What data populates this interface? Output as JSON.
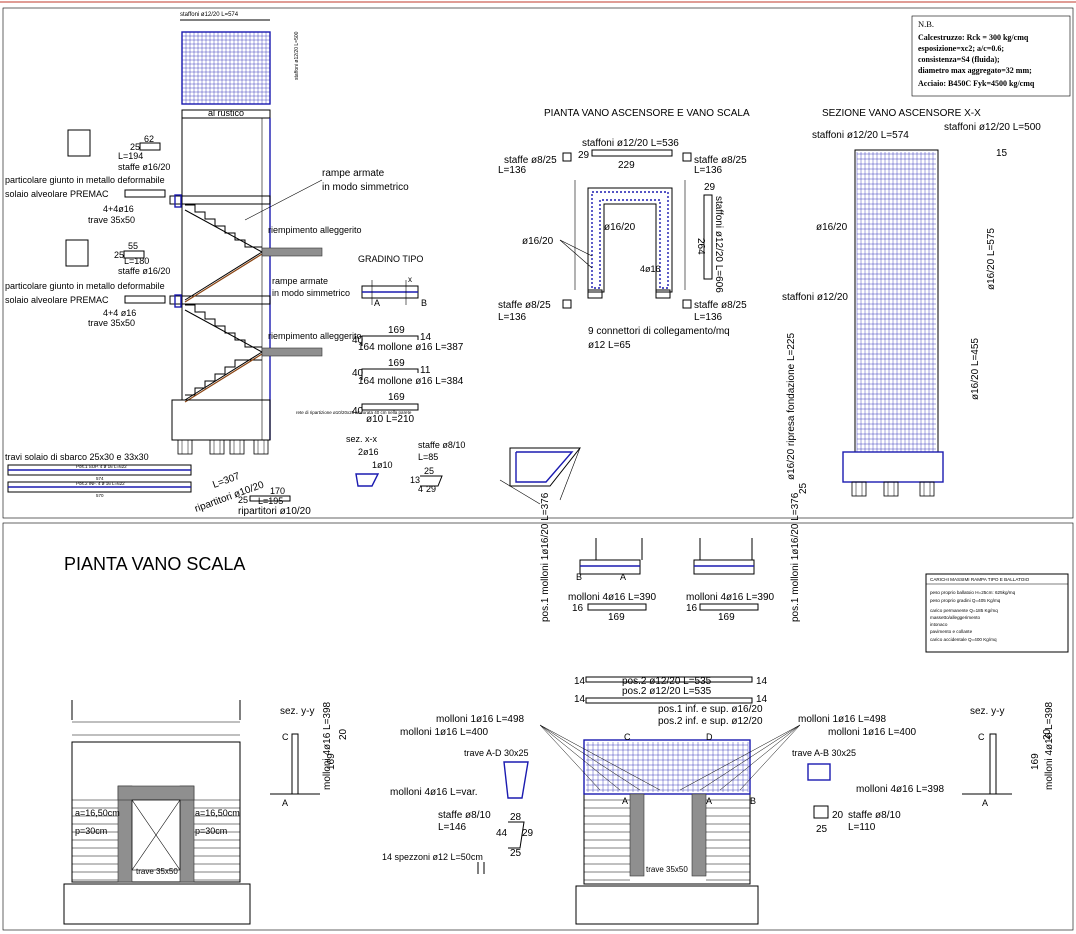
{
  "notes": {
    "title": "N.B.",
    "lines": [
      "Calcestruzzo: Rck = 300 kg/cmq",
      "esposizione=xc2;   a/c=0.6;",
      "consistenza=S4 (fluida);",
      "diametro max aggregato=32 mm;",
      "Acciaio: B450C Fyk=4500 kg/cmq"
    ]
  },
  "section_left": {
    "top_staffoni": "staffoni ø12/20 L=574",
    "al_rustico": "al rustico",
    "ripresa_side": "staffoni ø12/20 L=500",
    "rampe_armate_1a": "rampe armate",
    "rampe_armate_1b": "in modo simmetrico",
    "rampe_armate_2a": "rampe armate",
    "rampe_armate_2b": "in modo simmetrico",
    "riempimento_1": "riempimento alleggerito",
    "riempimento_2": "riempimento alleggerito",
    "giunto_1a": "particolare giunto in metallo deformabile",
    "solaio_1": "solaio alveolare PREMAC",
    "giunto_2a": "particolare giunto in metallo deformabile",
    "solaio_2": "solaio alveolare PREMAC",
    "trave_1": "trave 35x50",
    "trave_2": "trave 35x50",
    "ferri_1": "4+4ø16",
    "ferri_2": "4+4 ø16",
    "staffe_1": "staffe ø16/20",
    "staffe_2": "staffe ø16/20",
    "n62": "62",
    "n25a": "25",
    "l194": "L=194",
    "n55": "55",
    "n25b": "25",
    "l180": "L=180",
    "rete": "rete di ripartizione ø10/20x20 ancorata 40 cm nella parete",
    "travi_sbarco": "travi solaio di sbarco 25x30 e 33x30",
    "l307": "L=307",
    "rip1": "ripartitori ø10/20",
    "n170": "170",
    "n25c": "25",
    "l195": "L=195",
    "rip2": "ripartitori ø10/20",
    "pos1": "Pos.1 SUP. 4 ø 16 L=622",
    "pos2": "Pos.2 INF. 4 ø 16 L=622",
    "d574": "574",
    "d570": "570"
  },
  "gradino": {
    "title": "GRADINO TIPO",
    "a": "A",
    "b": "B",
    "x": "x",
    "r1_top": "169",
    "r1_left": "40",
    "r1_right": "14",
    "r1_label": "164  mollone ø16 L=387",
    "r2_top": "169",
    "r2_left": "40",
    "r2_right": "11",
    "r2_label": "164  mollone ø16 L=384",
    "r3_top": "169",
    "r3_left": "40",
    "r3_label": "ø10 L=210",
    "sez": "sez. x-x",
    "sez_a": "2ø16",
    "sez_b": "1ø10",
    "staffe": "staffe ø8/10",
    "staffe_l": "L=85",
    "d25": "25",
    "d13": "13",
    "d4": "4",
    "d29": "29"
  },
  "pianta_ascensore": {
    "title": "PIANTA VANO ASCENSORE E VANO SCALA",
    "staffoni": "staffoni ø12/20 L=536",
    "d229": "229",
    "d29a": "29",
    "staffe_tl": "staffe ø8/25",
    "staffe_tl_l": "L=136",
    "staffe_tr": "staffe ø8/25",
    "staffe_tr_l": "L=136",
    "staffe_bl": "staffe ø8/25",
    "staffe_bl_l": "L=136",
    "staffe_br": "staffe ø8/25",
    "staffe_br_l": "L=136",
    "ferri_l": "ø16/20",
    "ferri_c": "ø16/20",
    "ferri_r": "4ø16",
    "d29b": "29",
    "d264": "264",
    "staffoni_v": "staffoni ø12/20 L=606",
    "connettori": "9 connettori di collegamento/mq",
    "connettori_l": "ø12 L=65"
  },
  "sezione_ascensore": {
    "title": "SEZIONE VANO ASCENSORE X-X",
    "staffoni_top": "staffoni ø12/20 L=574",
    "staffoni_top_r": "staffoni ø12/20 L=500",
    "d15": "15",
    "ferri_l": "ø16/20",
    "staffoni_l": "staffoni ø12/20",
    "ferri_r": "ø16/20 L=575",
    "ferri_r2": "ø16/20 L=455",
    "ripresa": "ø16/20 ripresa fondazione L=225",
    "d25": "25"
  },
  "pianta_scala": {
    "title": "PIANTA VANO SCALA",
    "a16_l": "a=16,50cm",
    "p30_l": "p=30cm",
    "a16_r": "a=16,50cm",
    "p30_r": "p=30cm",
    "trave": "trave 35x50",
    "sez_yy": "sez. y-y",
    "c": "C",
    "a": "A",
    "molloni": "molloni 4ø16 L=398",
    "d20": "20",
    "d169": "169"
  },
  "carichi": {
    "title": "CARICHI MASSIMI RAMPA TIPO E BALLATOIO",
    "rows": [
      "peso proprio ballatoio H=25cm: 625kg/mq",
      "peso proprio gradini          Q=405 Kg/mq",
      "carico permanente              Q=185 Kg/mq",
      "massetto/alleggerimento",
      "intonaco",
      "pavimento e collante",
      "carico accidentale            Q=400 Kg/mq"
    ]
  },
  "pianta_scala_right": {
    "molloni_l": "molloni 4ø16 L=390",
    "molloni_r": "molloni 4ø16 L=390",
    "d16_l": "16",
    "d169_l": "169",
    "d16_r": "16",
    "d169_r": "169",
    "pos1_l": "pos.1 molloni 1ø16/20 L=376",
    "pos1_r": "pos.1 molloni 1ø16/20 L=376",
    "pos2_a": "pos.2 ø12/20 L=535",
    "pos2_b": "pos.2 ø12/20 L=535",
    "d14a": "14",
    "d14b": "14",
    "d14c": "14",
    "d14d": "14",
    "pos1_inf": "pos.1 inf. e sup. ø16/20",
    "pos2_inf": "pos.2 inf. e sup. ø12/20",
    "molloni_498_l": "molloni 1ø16 L=498",
    "molloni_400_l": "molloni 1ø16 L=400",
    "molloni_498_r": "molloni 1ø16 L=498",
    "molloni_400_r": "molloni 1ø16 L=400",
    "trave_ad": "trave A-D 30x25",
    "trave_ab": "trave A-B 30x25",
    "molloni_var": "molloni 4ø16 L=var.",
    "molloni_398": "molloni 4ø16 L=398",
    "staffe_l": "staffe ø8/10",
    "staffe_l_l": "L=146",
    "d28": "28",
    "d44": "44",
    "d29": "29",
    "d25": "25",
    "staffe_r": "staffe ø8/10",
    "staffe_r_l": "L=110",
    "d20": "20",
    "d25b": "25",
    "spezzoni": "14 spezzoni ø12 L=50cm",
    "trave": "trave 35x50",
    "sez_yy": "sez. y-y",
    "molloni_right": "molloni 4ø16 L=398",
    "d20r": "20",
    "d169r": "169",
    "c": "C",
    "a": "A",
    "b": "B",
    "d": "D"
  },
  "colors": {
    "rebar": "#1b1bb0",
    "lines": "#000000",
    "fill": "#8f8f8f",
    "frame_top": "#c0392b"
  }
}
